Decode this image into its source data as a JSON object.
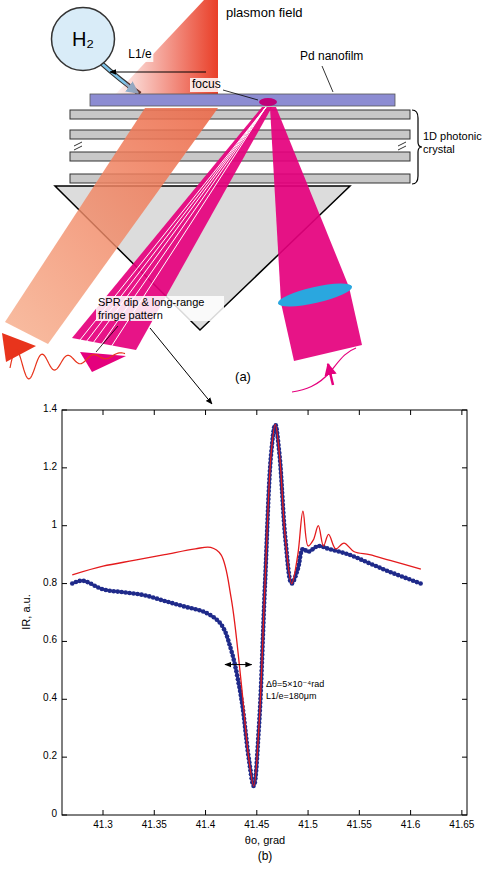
{
  "diagram": {
    "nodes": [
      {
        "text": [
          "H₂"
        ]
      }
    ],
    "labels": [
      "plasmon field",
      "L1/e",
      "focus",
      "Pd nanofilm",
      "1D photonic crystal",
      "SPR dip & long-range fringe pattern",
      "(a)",
      "Δθ=5×10⁻⁴rad",
      "L1/e=180μm",
      "0",
      "0.2",
      "0.4",
      "0.6",
      "0.8",
      "1",
      "1.2",
      "1.4",
      "41.3",
      "41.35",
      "41.4",
      "41.45",
      "41.5",
      "41.55",
      "41.6",
      "41.65",
      "IR, a.u.",
      "θo, grad",
      "(b)"
    ]
  }
}
